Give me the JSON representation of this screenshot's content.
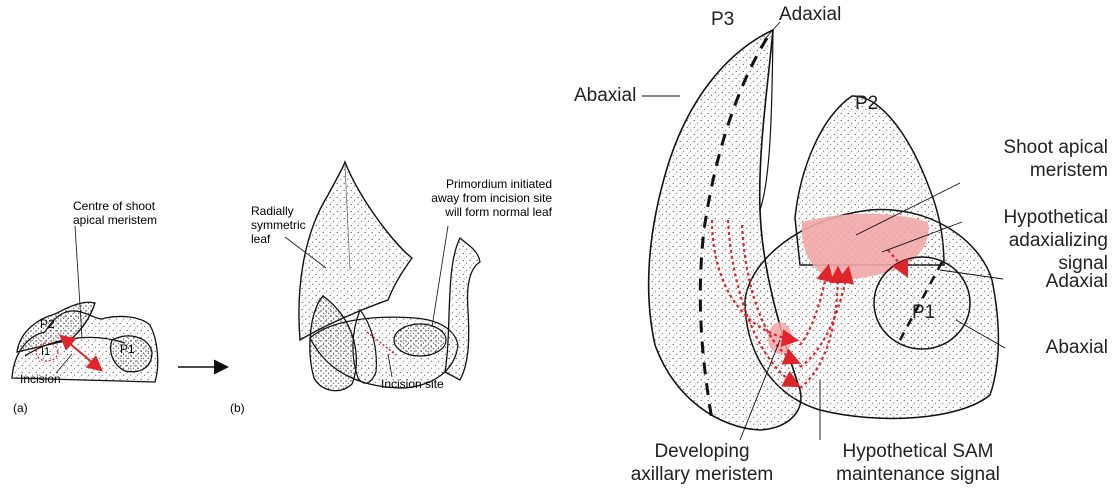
{
  "panel_a": {
    "label": "(a)",
    "centre_label": "Centre of shoot\napical meristem",
    "p2": "P2",
    "p1": "P1",
    "i1": "I1",
    "incision": "Incision"
  },
  "panel_b": {
    "label": "(b)",
    "radial_label": "Radially\nsymmetric\nleaf",
    "primordium_label": "Primordium initiated\naway from incision site\nwill form normal leaf",
    "incision_site": "Incision site"
  },
  "panel_c": {
    "p3": "P3",
    "p2": "P2",
    "p1": "P1",
    "adaxial_top": "Adaxial",
    "abaxial_left": "Abaxial",
    "sam_label": "Shoot apical\nmeristem",
    "signal_label": "Hypothetical\nadaxializing\nsignal",
    "adaxial_right": "Adaxial",
    "abaxial_right": "Abaxial",
    "axillary_label": "Developing\naxillary meristem",
    "maintenance_label": "Hypothetical SAM\nmaintenance signal"
  },
  "colors": {
    "signal_red": "#e0242b",
    "meristem_pink": "#f2a7a7",
    "outline": "#111111"
  }
}
